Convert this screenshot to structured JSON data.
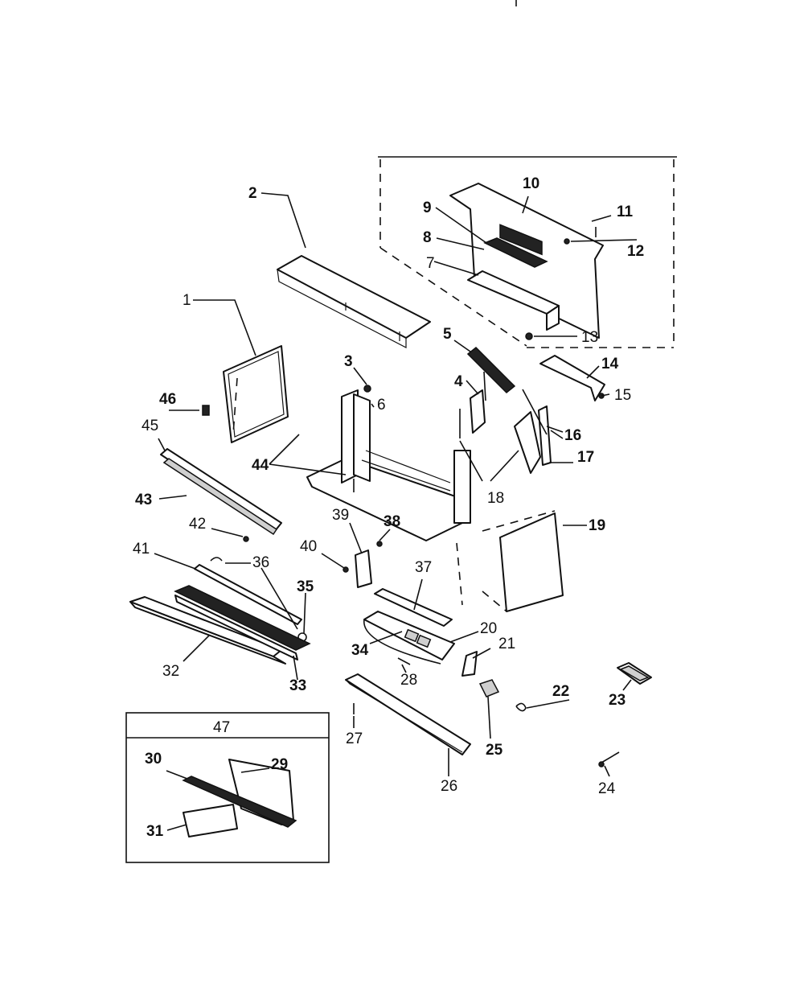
{
  "diagram": {
    "labels": {
      "p1": "1",
      "p2": "2",
      "p3": "3",
      "p4": "4",
      "p5": "5",
      "p6": "6",
      "p7": "7",
      "p8": "8",
      "p9": "9",
      "p10": "10",
      "p11": "11",
      "p12": "12",
      "p13": "13",
      "p14": "14",
      "p15": "15",
      "p16": "16",
      "p17": "17",
      "p18": "18",
      "p19": "19",
      "p20": "20",
      "p21": "21",
      "p22": "22",
      "p23": "23",
      "p24": "24",
      "p25": "25",
      "p26": "26",
      "p27": "27",
      "p28": "28",
      "p29": "29",
      "p30": "30",
      "p31": "31",
      "p32": "32",
      "p33": "33",
      "p34": "34",
      "p35": "35",
      "p36": "36",
      "p37": "37",
      "p38": "38",
      "p39": "39",
      "p40": "40",
      "p41": "41",
      "p42": "42",
      "p43": "43",
      "p44": "44",
      "p45": "45",
      "p46": "46",
      "p47": "47"
    }
  }
}
